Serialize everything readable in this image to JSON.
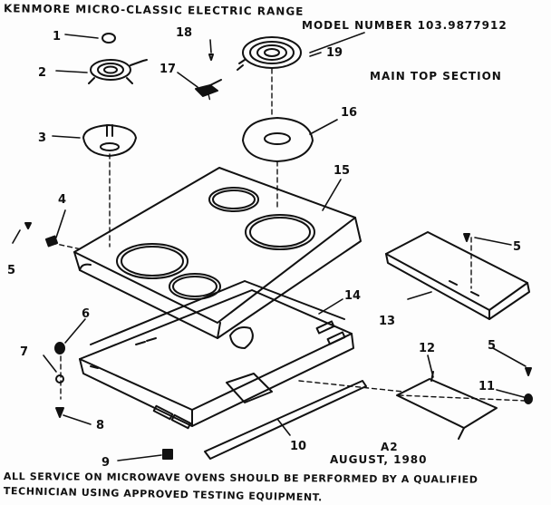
{
  "header": {
    "title": "KENMORE MICRO-CLASSIC ELECTRIC RANGE",
    "model": "MODEL NUMBER 103.9877912",
    "section": "MAIN TOP SECTION"
  },
  "callouts": [
    "1",
    "2",
    "3",
    "4",
    "5",
    "5",
    "5",
    "6",
    "7",
    "8",
    "9",
    "10",
    "11",
    "12",
    "13",
    "14",
    "15",
    "16",
    "17",
    "18",
    "19"
  ],
  "revision": {
    "code": "A2",
    "date": "AUGUST, 1980"
  },
  "notice": {
    "line1": "ALL SERVICE ON MICROWAVE OVENS SHOULD BE PERFORMED BY A QUALIFIED",
    "line2": "TECHNICIAN USING APPROVED TESTING EQUIPMENT."
  },
  "colors": {
    "ink": "#111111",
    "paper": "#fdfdfd"
  }
}
